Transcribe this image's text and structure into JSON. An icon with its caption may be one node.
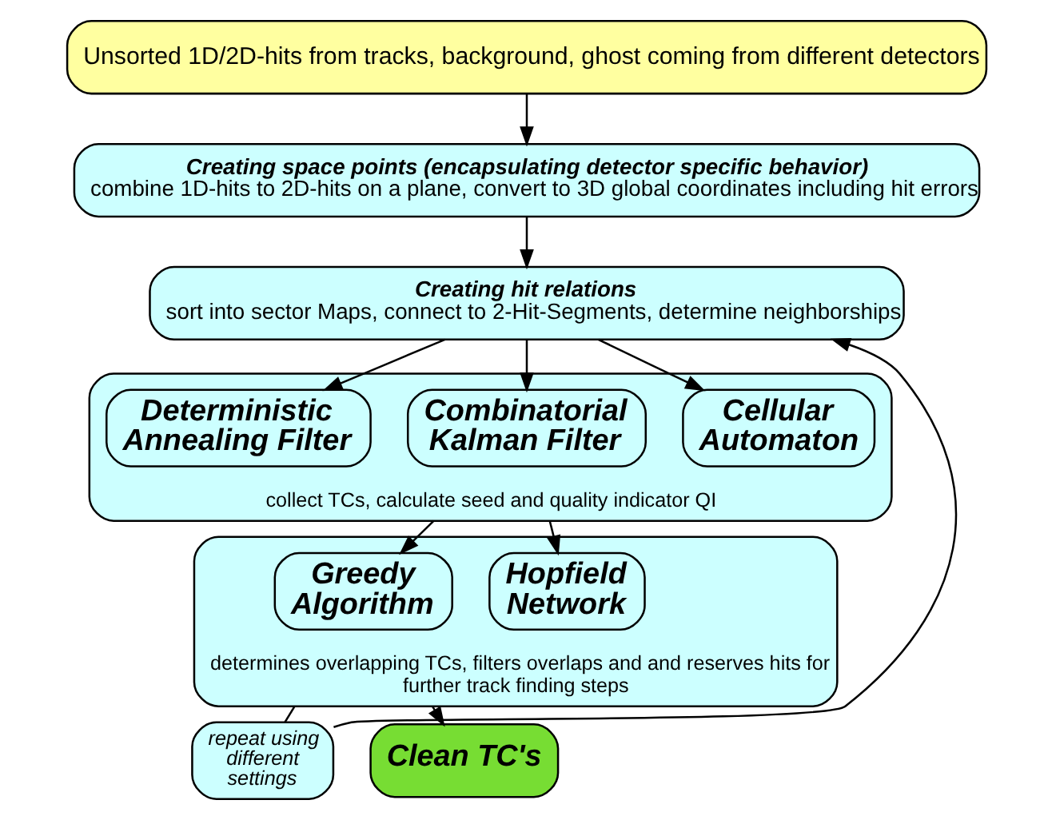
{
  "diagram": {
    "nodes": [
      {
        "text": [
          "Unsorted 1D/2D-hits from tracks, background, ghost coming from different detectors"
        ]
      },
      {
        "text": [
          "Creating space points (encapsulating detector specific behavior)",
          "combine 1D-hits to 2D-hits on a plane, convert to 3D global coordinates including hit errors"
        ]
      },
      {
        "text": [
          "Creating hit relations",
          "sort into sector Maps, connect to 2-Hit-Segments, determine neighborships"
        ]
      },
      {
        "text": [
          "collect TCs, calculate seed and quality indicator QI"
        ]
      },
      {
        "text": [
          "Cellular Automaton"
        ],
        "in": 3
      },
      {
        "text": [
          "Combinatorial Kalman Filter"
        ],
        "in": 3
      },
      {
        "text": [
          "Deterministic Annealing Filter"
        ],
        "in": 3
      },
      {
        "text": [
          "determines overlapping TCs, filters overlaps and and reserves hits for further track finding steps"
        ]
      },
      {
        "text": [
          "Hopfield Network"
        ],
        "in": 7
      },
      {
        "text": [
          "Greedy Algorithm"
        ],
        "in": 7
      },
      {
        "text": [
          "repeat using different settings"
        ]
      },
      {
        "text": [
          "Clean TC's"
        ]
      }
    ],
    "edges": [
      {
        "from": 0,
        "to": 1,
        "arrow": "to"
      },
      {
        "from": 1,
        "to": 2,
        "arrow": "to"
      },
      {
        "from": 2,
        "to": 4,
        "arrow": "to"
      },
      {
        "from": 2,
        "to": 5,
        "arrow": "to"
      },
      {
        "from": 2,
        "to": 6,
        "arrow": "to"
      },
      {
        "from": 3,
        "to": 8,
        "arrow": "to"
      },
      {
        "from": 3,
        "to": 9,
        "arrow": "to"
      },
      {
        "from": 7,
        "to": 11,
        "arrow": "to"
      },
      {
        "from": 7,
        "to": 10,
        "arrow": "none"
      },
      {
        "from": 10,
        "to": 2,
        "arrow": "to"
      }
    ]
  }
}
